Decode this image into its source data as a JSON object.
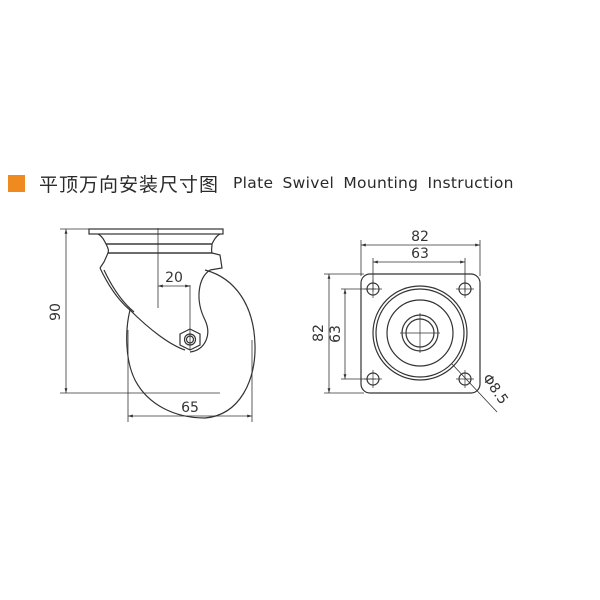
{
  "header": {
    "bullet_color": "#ee8a1f",
    "title_cn": "平顶万向安装尺寸图",
    "title_en": "Plate Swivel Mounting Instruction"
  },
  "side_view": {
    "height_label": "90",
    "width_label": "65",
    "offset_label": "20"
  },
  "top_view": {
    "plate_width_label": "82",
    "hole_spacing_width_label": "63",
    "plate_height_label": "82",
    "hole_spacing_height_label": "63",
    "hole_diameter_label": "Φ8.5"
  }
}
